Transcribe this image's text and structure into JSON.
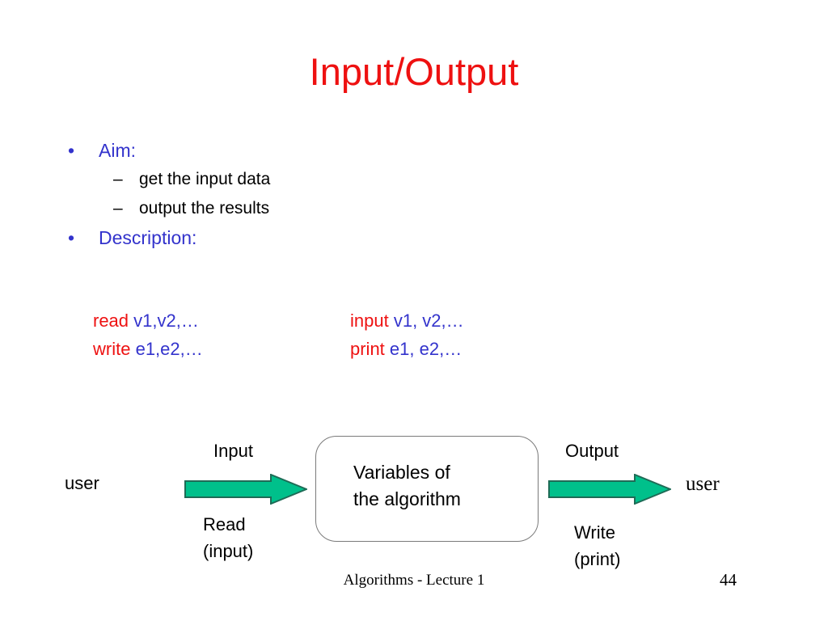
{
  "slide": {
    "title": "Input/Output",
    "title_color": "#EE1111",
    "accent_blue": "#3333CC",
    "accent_red": "#EE1111",
    "arrow_fill": "#00C08B",
    "arrow_stroke": "#1F6B56",
    "box_border": "#7A7A7A"
  },
  "bullets": {
    "aim_label": "Aim:",
    "aim_marker": "•",
    "sub_marker": "–",
    "aim_items": [
      "get the input data",
      "output the results"
    ],
    "description_label": "Description:",
    "description_marker": "•"
  },
  "code": {
    "rows": [
      {
        "left_keyword": "read",
        "left_args": "v1,v2,…",
        "right_keyword": "input",
        "right_args": "v1, v2,…"
      },
      {
        "left_keyword": "write",
        "left_args": "e1,e2,…",
        "right_keyword": "print",
        "right_args": "e1, e2,…"
      }
    ]
  },
  "diagram": {
    "user_left": "user",
    "user_right": "user",
    "input_label": "Input",
    "output_label": "Output",
    "read_line1": "Read",
    "read_line2": "(input)",
    "write_line1": "Write",
    "write_line2": "(print)",
    "box_line1": "Variables of",
    "box_line2": "the algorithm"
  },
  "footer": {
    "note": "Algorithms - Lecture 1",
    "page": "44"
  }
}
